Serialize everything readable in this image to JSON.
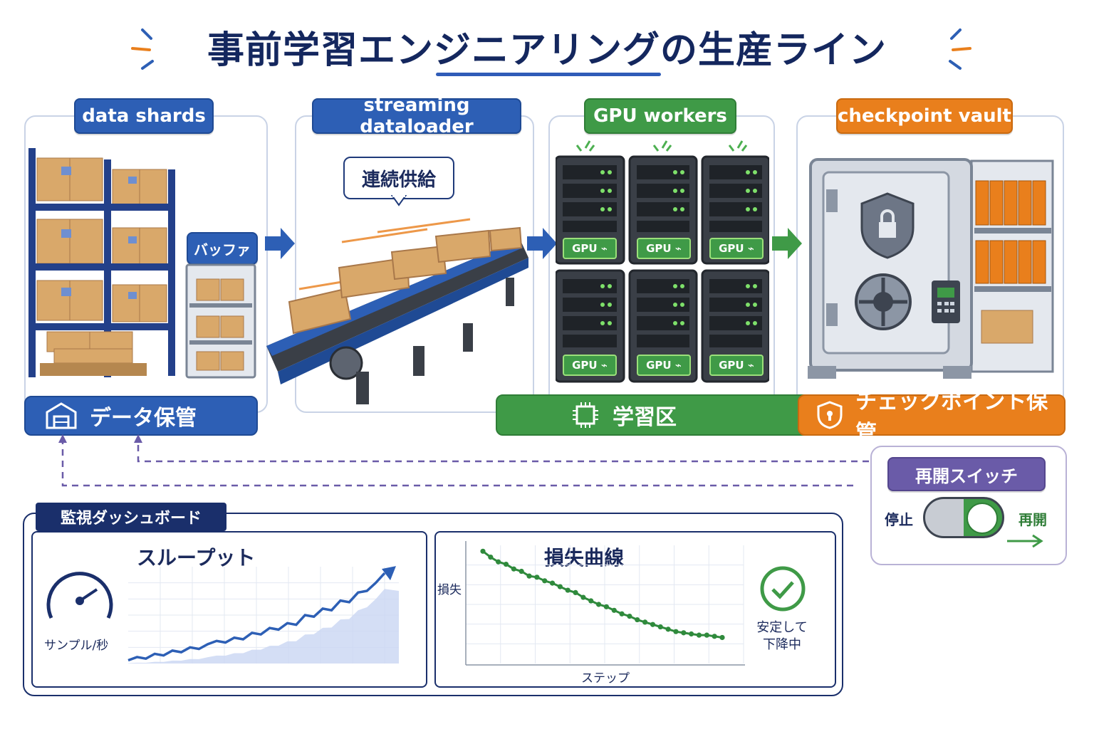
{
  "title": "事前学習エンジニアリングの生産ライン",
  "stages": {
    "data_shards": {
      "label": "data shards",
      "buffer_label": "バッファ"
    },
    "dataloader": {
      "label": "streaming dataloader",
      "bubble": "連続供給"
    },
    "gpu_workers": {
      "label": "GPU workers",
      "gpu_tag": "GPU"
    },
    "checkpoint": {
      "label": "checkpoint vault"
    }
  },
  "zones": {
    "data_storage": "データ保管",
    "training": "学習区",
    "checkpoint_storage": "チェックポイント保管"
  },
  "resume_switch": {
    "title": "再開スイッチ",
    "off_label": "停止",
    "on_label": "再開",
    "state": "on"
  },
  "dashboard": {
    "title": "監視ダッシュボード",
    "throughput": {
      "title": "スループット",
      "unit": "サンプル/秒"
    },
    "loss": {
      "title": "損失曲線",
      "ylabel": "損失",
      "xlabel": "ステップ",
      "status": "安定して\n下降中",
      "status_line1": "安定して",
      "status_line2": "下降中"
    }
  },
  "colors": {
    "blue": "#2d5fb5",
    "green": "#3f9a47",
    "orange": "#e97f1c",
    "purple": "#6a5ba8",
    "navy": "#1a2f6b"
  },
  "chart_data": [
    {
      "type": "line",
      "title": "スループット",
      "xlabel": "",
      "ylabel": "",
      "x": [
        0,
        1,
        2,
        3,
        4,
        5,
        6,
        7,
        8,
        9,
        10,
        11,
        12,
        13,
        14,
        15,
        16,
        17,
        18,
        19,
        20,
        21,
        22,
        23,
        24,
        25,
        26,
        27,
        28,
        29
      ],
      "values": [
        2,
        4,
        3,
        6,
        5,
        8,
        7,
        10,
        9,
        12,
        14,
        13,
        16,
        15,
        19,
        18,
        22,
        21,
        25,
        24,
        30,
        29,
        34,
        33,
        39,
        38,
        44,
        45,
        50,
        56
      ],
      "ylim": [
        0,
        60
      ],
      "grid": true
    },
    {
      "type": "line",
      "title": "損失曲線",
      "xlabel": "ステップ",
      "ylabel": "損失",
      "x": [
        0,
        1,
        2,
        3,
        4,
        5,
        6,
        7,
        8,
        9,
        10,
        11,
        12,
        13,
        14,
        15,
        16,
        17,
        18,
        19,
        20,
        21,
        22,
        23,
        24,
        25,
        26,
        27,
        28,
        29,
        30,
        31
      ],
      "values": [
        95,
        90,
        86,
        84,
        80,
        78,
        74,
        73,
        70,
        68,
        65,
        62,
        60,
        56,
        53,
        50,
        48,
        45,
        42,
        40,
        37,
        35,
        33,
        31,
        29,
        27,
        26,
        25,
        24,
        24,
        23,
        22
      ],
      "ylim": [
        0,
        100
      ],
      "grid": true
    }
  ]
}
